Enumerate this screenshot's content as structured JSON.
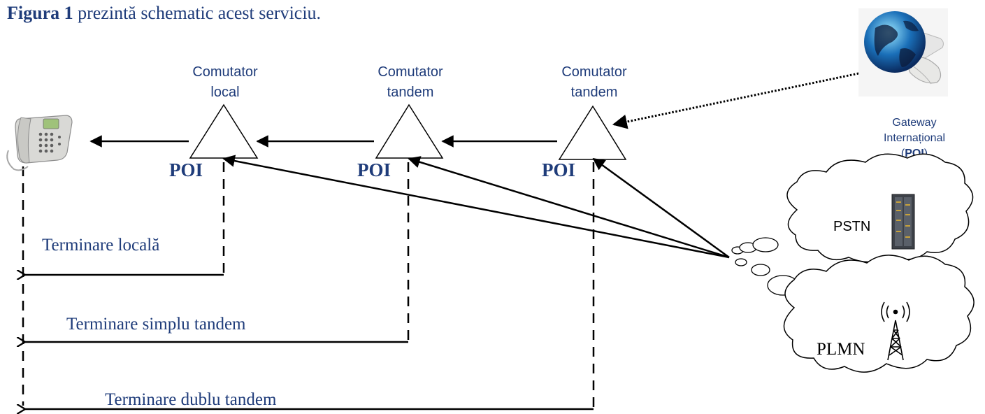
{
  "caption": {
    "bold": "Figura 1",
    "rest": " prezintă schematic acest serviciu."
  },
  "switches": [
    {
      "line1": "Comutator",
      "line2": "local",
      "poi": "POI"
    },
    {
      "line1": "Comutator",
      "line2": "tandem",
      "poi": "POI"
    },
    {
      "line1": "Comutator",
      "line2": "tandem",
      "poi": "POI"
    }
  ],
  "gateway": {
    "line1": "Gateway",
    "line2": "Internațional",
    "poi_open": "(",
    "poi": "POI",
    "poi_close": ")"
  },
  "terminations": [
    "Terminare locală",
    "Terminare simplu tandem",
    "Terminare dublu tandem"
  ],
  "clouds": {
    "pstn": "PSTN",
    "plmn": "PLMN"
  },
  "icons": {
    "phone": "telephone-icon",
    "globe": "globe-phone-icon",
    "rack": "server-rack-icon",
    "tower": "radio-tower-icon"
  },
  "colors": {
    "text": "#1f3c7a",
    "line": "#000000"
  }
}
